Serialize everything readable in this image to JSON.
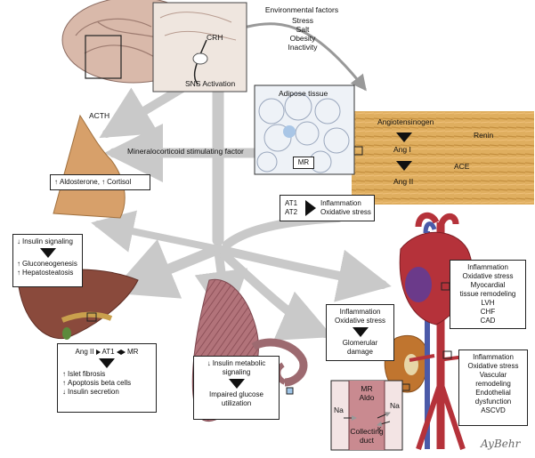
{
  "environment": {
    "title": "Environmental factors",
    "items": [
      "Stress",
      "Salt",
      "Obesity",
      "Inactivity"
    ]
  },
  "brain": {
    "crh": "CRH",
    "sns": "SNS Activation"
  },
  "adrenal": {
    "acth": "ACTH",
    "aldo": "Aldosterone,",
    "cortisol": "Cortisol"
  },
  "msf": "Mineralocorticoid stimulating factor",
  "adipose": {
    "title": "Adipose tissue",
    "mr": "MR",
    "angiotensinogen": "Angiotensinogen",
    "renin": "Renin",
    "ang1": "Ang I",
    "ace": "ACE",
    "ang2": "Ang II"
  },
  "receptor": {
    "at1": "AT1",
    "at2": "AT2",
    "inflammation": "Inflammation",
    "oxidative": "Oxidative stress"
  },
  "liver_box": {
    "insulin_signaling": "Insulin signaling",
    "gluconeogenesis": "Gluconeogenesis",
    "hepatosteatosis": "Hepatosteatosis"
  },
  "pancreas_box": {
    "ang2": "Ang II",
    "at1": "AT1",
    "mr": "MR",
    "islet": "Islet fibrosis",
    "apoptosis": "Apoptosis beta cells",
    "insulin": "Insulin secretion"
  },
  "muscle_box": {
    "line1": "Insulin metabolic",
    "line2": "signaling",
    "result1": "Impaired glucose",
    "result2": "utilization"
  },
  "kidney_box": {
    "inflammation": "Inflammation",
    "oxidative": "Oxidative stress",
    "result1": "Glomerular",
    "result2": "damage"
  },
  "duct": {
    "mr": "MR",
    "aldo": "Aldo",
    "na_left": "Na",
    "na_right": "Na",
    "k": "K",
    "label1": "Collecting",
    "label2": "duct"
  },
  "heart_box": [
    "Inflammation",
    "Oxidative stress",
    "Myocardial",
    "tissue remodeling",
    "LVH",
    "CHF",
    "CAD"
  ],
  "vessel_box": [
    "Inflammation",
    "Oxidative stress",
    "Vascular",
    "remodeling",
    "Endothelial",
    "dysfunction",
    "ASCVD"
  ],
  "signature": "AyBehr",
  "colors": {
    "arrow": "#c9c9c9",
    "tissue": "#d9a65a",
    "liver": "#8a4a3c",
    "heart": "#b5323a",
    "muscle": "#a9646c",
    "adrenal": "#d7a06a"
  }
}
